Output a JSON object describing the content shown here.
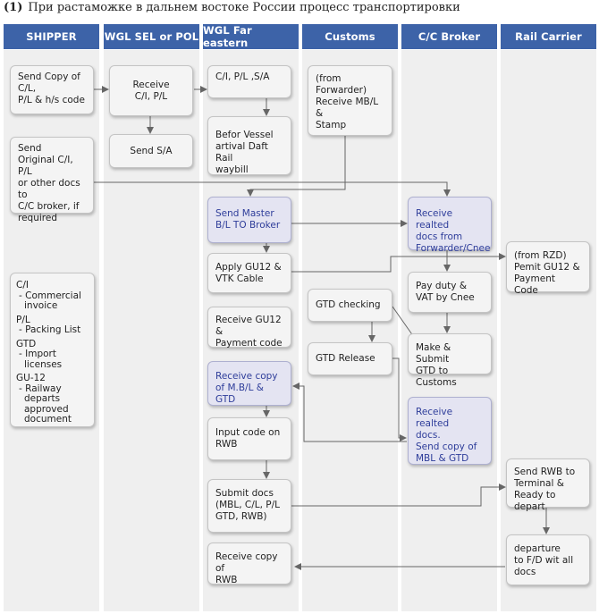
{
  "title": {
    "number": "(1)",
    "text": "При растаможке в дальнем востоке России процесс транспортировки"
  },
  "lanes": [
    "SHIPPER",
    "WGL SEL or POL",
    "WGL Far eastern",
    "Customs",
    "C/C Broker",
    "Rail Carrier"
  ],
  "boxes": {
    "send_copy": "Send Copy of\nC/L,\nP/L & h/s code",
    "send_original": "Send\nOriginal C/I, P/L\nor other docs to\nC/C broker, if\nrequired",
    "receive_ci_pl": "Receive\nC/I, P/L",
    "send_sa": "Send S/A",
    "ci_pl_sa": "C/I, P/L ,S/A",
    "befor_vessel": "Befor Vessel\nartival Daft Rail\nwaybill",
    "send_master": "Send Master\nB/L TO Broker",
    "apply_gu12": "Apply GU12 &\nVTK Cable",
    "receive_gu12": "Receive GU12 &\nPayment code",
    "receive_copy_mbl": "Receive copy\nof M.B/L & GTD",
    "input_code": "Input code on\nRWB",
    "submit_docs": "Submit docs\n(MBL, C/L, P/L\nGTD, RWB)",
    "receive_copy_rwb": "Receive copy of\nRWB",
    "from_forwarder": "(from\nForwarder)\nReceive MB/L &\nStamp",
    "gtd_checking": "GTD checking",
    "gtd_release": "GTD Release",
    "receive_realted_1": "Receive realted\ndocs from\nForwarder/Cnee",
    "pay_duty": "Pay duty &\nVAT by Cnee",
    "make_submit": "Make & Submit\nGTD to Customs",
    "receive_realted_2": "Receive realted\ndocs.\nSend copy of\nMBL & GTD",
    "from_rzd": "(from RZD)\nPemit GU12 &\nPayment Code",
    "send_rwb": "Send RWB to\nTerminal &\nReady to depart",
    "departure": "departure\nto F/D wit all\ndocs"
  },
  "legend": [
    {
      "head": "C/I",
      "items": [
        "- Commercial invoice"
      ]
    },
    {
      "head": "P/L",
      "items": [
        "- Packing List"
      ]
    },
    {
      "head": "GTD",
      "items": [
        "- Import licenses"
      ]
    },
    {
      "head": "GU-12",
      "items": [
        "- Railway departs approved document"
      ]
    }
  ],
  "colors": {
    "header": "#3d63a8",
    "lane_bg": "#efefef",
    "box": "#f4f4f4",
    "highlight_box": "#e4e4f2",
    "highlight_text": "#2e3d9a",
    "connector": "#666666"
  }
}
